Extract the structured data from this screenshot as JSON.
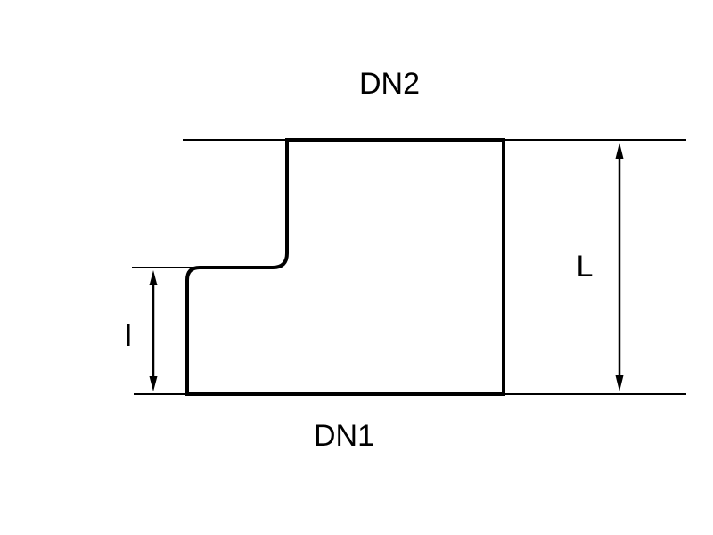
{
  "diagram": {
    "labels": {
      "dn2": "DN2",
      "dn1": "DN1",
      "overall_length": "L",
      "insertion_depth": "l"
    },
    "colors": {
      "line": "#000000",
      "background": "#ffffff"
    }
  }
}
